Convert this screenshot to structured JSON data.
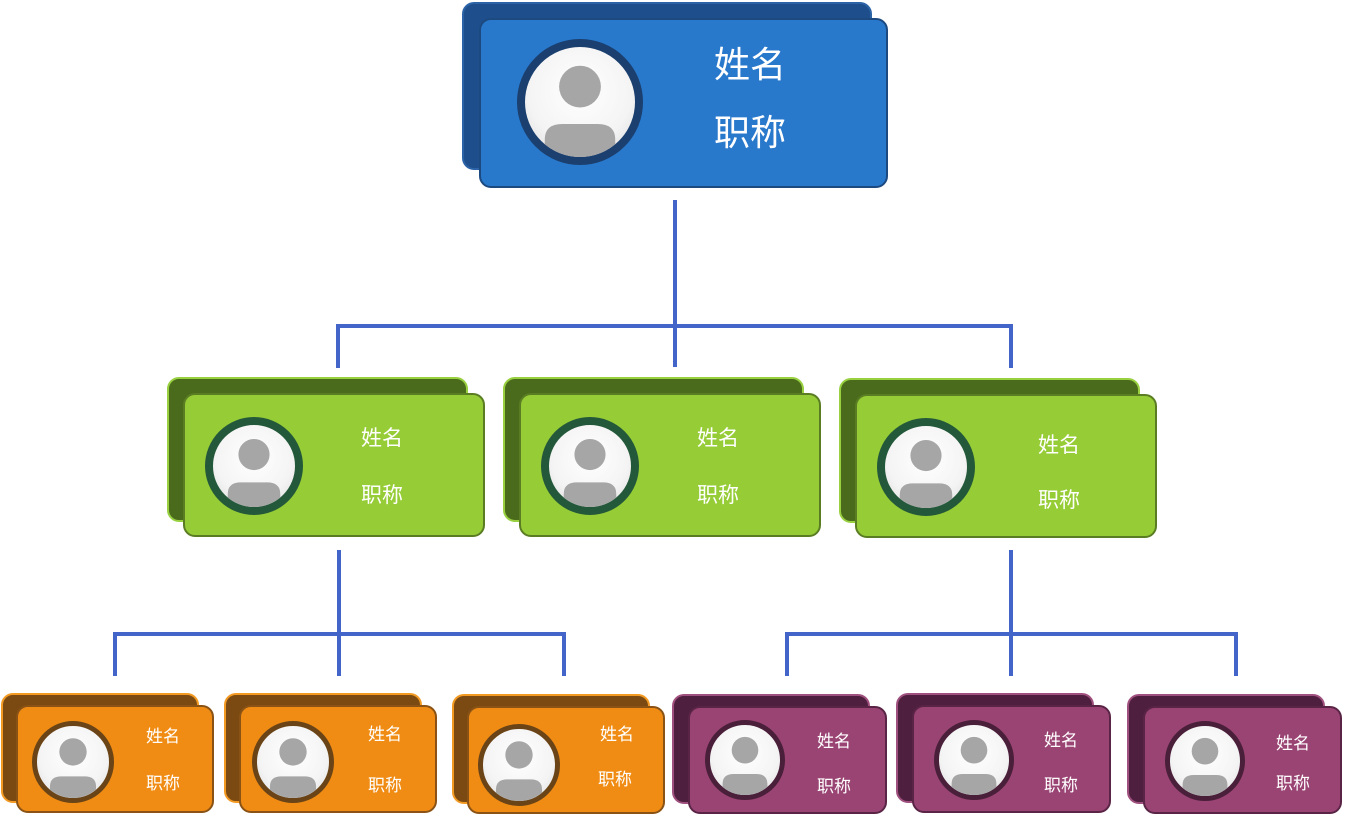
{
  "colors": {
    "connector": "#4364c8",
    "level_1": "#2878cc",
    "level_2": "#96cc36",
    "level_3_left": "#f08c14",
    "level_3_right": "#9a4474"
  },
  "icons": {
    "avatar": "person-silhouette-icon"
  },
  "nodes": {
    "root": {
      "name": "姓名",
      "title": "职称"
    },
    "l2_1": {
      "name": "姓名",
      "title": "职称"
    },
    "l2_2": {
      "name": "姓名",
      "title": "职称"
    },
    "l2_3": {
      "name": "姓名",
      "title": "职称"
    },
    "l3_1": {
      "name": "姓名",
      "title": "职称"
    },
    "l3_2": {
      "name": "姓名",
      "title": "职称"
    },
    "l3_3": {
      "name": "姓名",
      "title": "职称"
    },
    "l3_4": {
      "name": "姓名",
      "title": "职称"
    },
    "l3_5": {
      "name": "姓名",
      "title": "职称"
    },
    "l3_6": {
      "name": "姓名",
      "title": "职称"
    }
  }
}
